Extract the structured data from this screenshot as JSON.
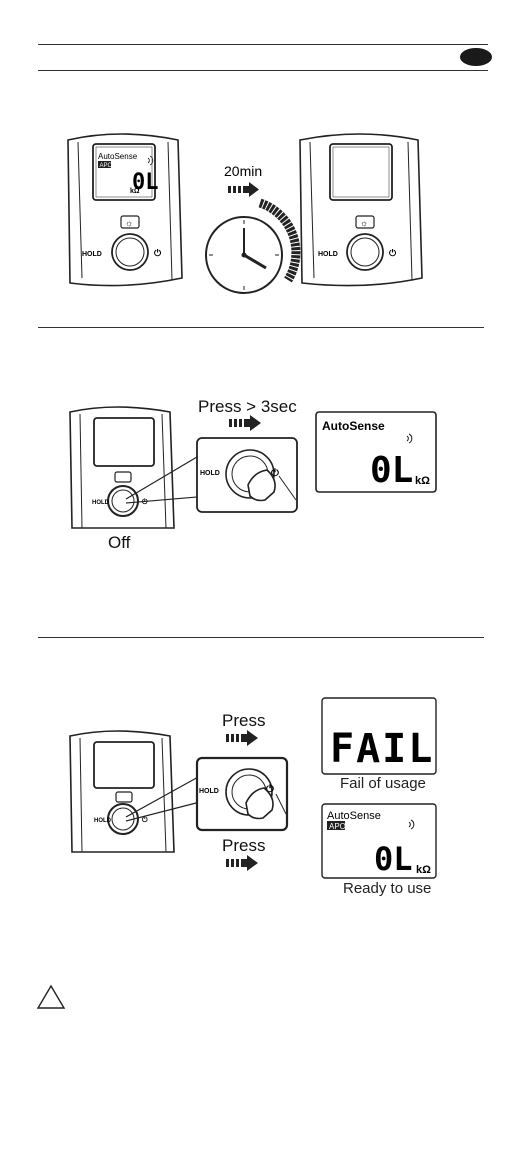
{
  "section1": {
    "timer_label": "20min",
    "lcd_mode": "AutoSense",
    "lcd_apo": "APO",
    "lcd_value": "0L",
    "lcd_unit": "kΩ",
    "hold_label": "HOLD",
    "backlight_symbol": "☼",
    "power_symbol": "⏻"
  },
  "section2": {
    "press_label": "Press > 3sec",
    "off_label": "Off",
    "lcd_mode": "AutoSense",
    "lcd_value": "0L",
    "lcd_unit": "kΩ",
    "hold_label": "HOLD",
    "power_symbol": "⏻"
  },
  "section3": {
    "press_top_label": "Press",
    "press_bottom_label": "Press",
    "fail_display": "FAIL",
    "fail_caption": "Fail of usage",
    "ready_mode": "AutoSense",
    "ready_apo": "APO",
    "ready_value": "0L",
    "ready_unit": "kΩ",
    "ready_caption": "Ready to use",
    "hold_label": "HOLD",
    "power_symbol": "⏻"
  },
  "icons": {
    "warning": "warning-triangle-icon",
    "signal": "signal-icon",
    "arrow": "right-arrow-icon",
    "clock": "clock-icon"
  }
}
